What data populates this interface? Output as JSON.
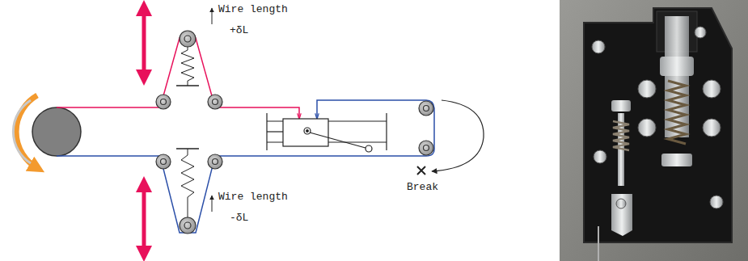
{
  "diagram": {
    "labels": [
      "Wire length",
      "+δL",
      "Wire length",
      "-δL",
      "Break"
    ]
  }
}
